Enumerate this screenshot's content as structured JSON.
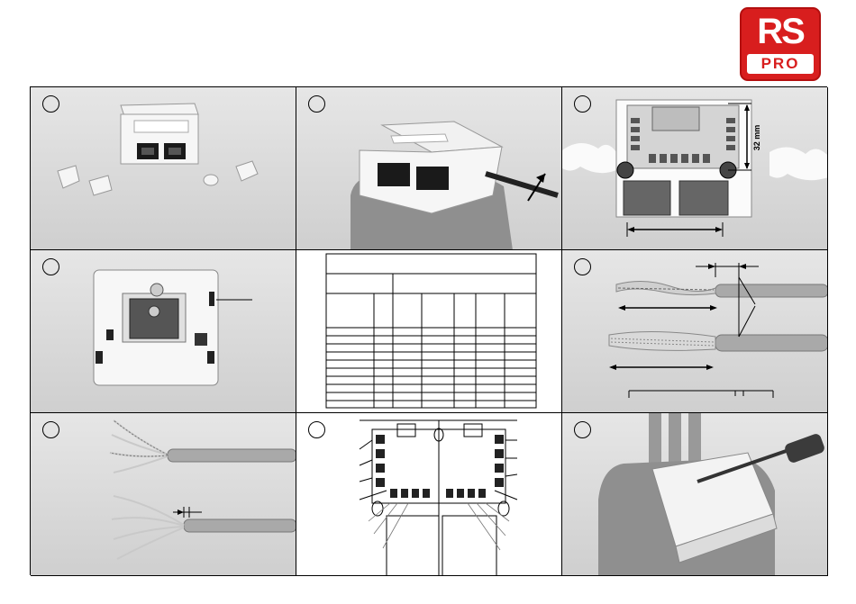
{
  "logo": {
    "top": "RS",
    "bottom": "PRO"
  },
  "panel3": {
    "dimension": "32 mm"
  }
}
